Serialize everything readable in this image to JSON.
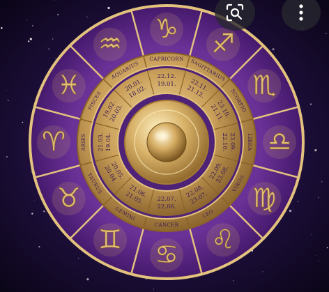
{
  "colors": {
    "gold": "#d9b36a",
    "gold_dark": "#9a7433",
    "purple": "#5b2a86",
    "purple_dark": "#3b1560",
    "sky": "#14092b"
  },
  "signs": [
    {
      "name": "CAPRICORN",
      "dates": [
        "22.12.",
        "19.01."
      ],
      "glyph": "♑",
      "icon": "capricorn-goat-icon"
    },
    {
      "name": "SAGITTARIUS",
      "dates": [
        "22.11.",
        "21.12."
      ],
      "glyph": "♐",
      "icon": "sagittarius-archer-icon"
    },
    {
      "name": "SCORPIO",
      "dates": [
        "23.10.",
        "21.11."
      ],
      "glyph": "♏",
      "icon": "scorpion-icon"
    },
    {
      "name": "LIBRA",
      "dates": [
        "23.09.",
        "22.10."
      ],
      "glyph": "♎",
      "icon": "libra-scales-icon"
    },
    {
      "name": "VIRGO",
      "dates": [
        "23.08.",
        "22.09."
      ],
      "glyph": "♍",
      "icon": "virgo-maiden-icon"
    },
    {
      "name": "LEO",
      "dates": [
        "23.07.",
        "22.08."
      ],
      "glyph": "♌",
      "icon": "leo-lion-icon"
    },
    {
      "name": "CANCER",
      "dates": [
        "22.06.",
        "22.07."
      ],
      "glyph": "♋",
      "icon": "cancer-crab-icon"
    },
    {
      "name": "GEMINI",
      "dates": [
        "21.05.",
        "21.06."
      ],
      "glyph": "♊",
      "icon": "gemini-twins-icon"
    },
    {
      "name": "TAURUS",
      "dates": [
        "20.04.",
        "20.05."
      ],
      "glyph": "♉",
      "icon": "taurus-bull-icon"
    },
    {
      "name": "ARIES",
      "dates": [
        "21.03.",
        "19.04."
      ],
      "glyph": "♈",
      "icon": "aries-ram-icon"
    },
    {
      "name": "PISCES",
      "dates": [
        "19.02.",
        "20.03."
      ],
      "glyph": "♓",
      "icon": "pisces-fish-icon"
    },
    {
      "name": "AQUARIUS",
      "dates": [
        "20.01.",
        "18.02."
      ],
      "glyph": "♒",
      "icon": "aquarius-water-bearer-icon"
    }
  ],
  "overlay": {
    "lens_icon": "image-search-icon",
    "more_icon": "more-vertical-icon"
  }
}
